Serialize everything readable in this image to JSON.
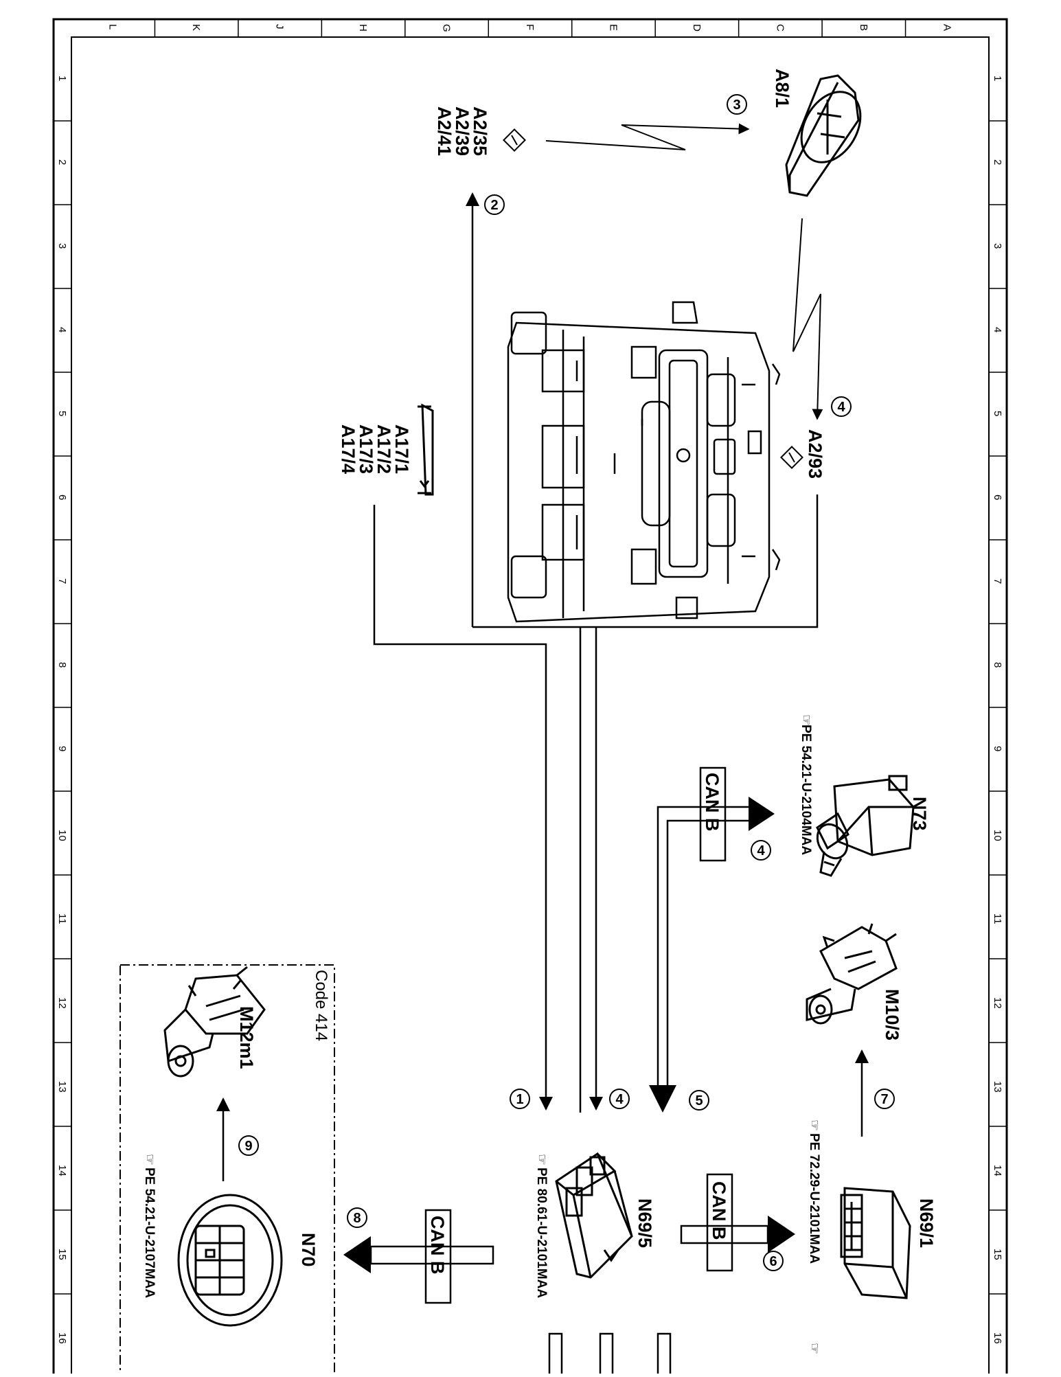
{
  "frame": {
    "col_letters": [
      "L",
      "K",
      "J",
      "H",
      "G",
      "F",
      "E",
      "D",
      "C",
      "B",
      "A"
    ],
    "row_numbers": [
      "1",
      "2",
      "3",
      "4",
      "5",
      "6",
      "7",
      "8",
      "9",
      "10",
      "11",
      "12",
      "13",
      "14",
      "15",
      "16"
    ]
  },
  "components": {
    "a8_1": "A8/1",
    "a2_group": [
      "A2/35",
      "A2/39",
      "A2/41"
    ],
    "a2_93": "A2/93",
    "a17_group": [
      "A17/1",
      "A17/2",
      "A17/3",
      "A17/4"
    ],
    "n73": "N73",
    "m10_3": "M10/3",
    "n69_1": "N69/1",
    "n69_5": "N69/5",
    "n70": "N70",
    "m12m1": "M12m1",
    "code_box": "Code 414"
  },
  "references": {
    "n73_ref": "PE 54.21-U-2104MAA",
    "n69_1_ref": "PE 72.29-U-2101MAA",
    "n69_5_ref": "PE 80.61-U-2101MAA",
    "n70_ref": "PE 54.21-U-2107MAA"
  },
  "bus_labels": {
    "can_n73": "CAN B",
    "can_n69_1": "CAN B",
    "can_n70": "CAN B"
  },
  "markers": {
    "m3": "3",
    "m2": "2",
    "m4_a293": "4",
    "m4_n73": "4",
    "m1": "1",
    "m4_n69_5": "4",
    "m5": "5",
    "m7": "7",
    "m6": "6",
    "m8": "8",
    "m9": "9"
  },
  "colors": {
    "line": "#000000",
    "background": "#ffffff"
  }
}
